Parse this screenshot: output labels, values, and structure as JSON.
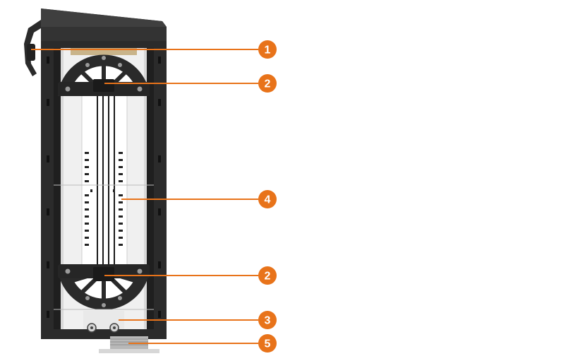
{
  "accent_color": "#e8731a",
  "device": {
    "description_icon": "machine-cutaway",
    "colors": {
      "housing": "#2b2b2b",
      "housing_top": "#3a3a3a",
      "interior": "#f2f2f2",
      "channel": "#1f1f1f",
      "wheel": "#2a2a2a",
      "belt": "#e6e6e6"
    }
  },
  "callouts": [
    {
      "label": "1",
      "target": "cable-entry"
    },
    {
      "label": "2",
      "target": "upper-wheel-assembly"
    },
    {
      "label": "4",
      "target": "center-belt"
    },
    {
      "label": "2",
      "target": "lower-wheel-assembly"
    },
    {
      "label": "3",
      "target": "lower-rollers"
    },
    {
      "label": "5",
      "target": "base-flange"
    }
  ]
}
